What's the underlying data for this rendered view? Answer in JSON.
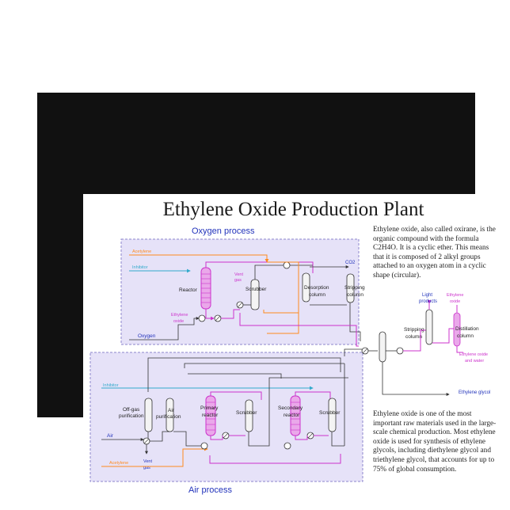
{
  "poster": {
    "title": "Ethylene Oxide Production Plant",
    "description_1": "Ethylene oxide, also called oxirane, is the organic compound with the formula C2H4O. It is a cyclic ether. This means that it is composed of 2 alkyl groups attached to an oxygen atom in a cyclic shape (circular).",
    "description_2": "Ethylene oxide is one of the most important raw materials used in the large-scale chemical production. Most ethylene oxide is used for synthesis of ethylene glycols, including diethylene glycol and triethylene glycol, that accounts for up to 75% of global consumption."
  },
  "oxygen_process": {
    "title": "Oxygen process",
    "labels": {
      "acetylene": "Acetylene",
      "inhibitor": "Inhibitor",
      "reactor": "Reactor",
      "ethylene_oxide_1": "Ethylene",
      "ethylene_oxide_2": "oxide",
      "vent_gas_1": "Vent",
      "vent_gas_2": "gas",
      "scrubber": "Scrubber",
      "desorption_1": "Desorption",
      "desorption_2": "column",
      "co2": "CO2",
      "stripping_1": "Stripping",
      "stripping_2": "column",
      "oxygen": "Oxygen"
    }
  },
  "product_section": {
    "light_products_1": "Light",
    "light_products_2": "products",
    "ethylene_oxide_1": "Ethylene",
    "ethylene_oxide_2": "oxide",
    "stripping_1": "Stripping",
    "stripping_2": "column",
    "distillation_1": "Distillation",
    "distillation_2": "column",
    "eo_water_1": "Ethylene oxide",
    "eo_water_2": "and water",
    "ethylene_glycol": "Ethylene glycol"
  },
  "air_process": {
    "title": "Air process",
    "labels": {
      "inhibitor": "Inhibitor",
      "offgas_1": "Off-gas",
      "offgas_2": "purification",
      "air_purification_1": "Air",
      "air_purification_2": "purification",
      "primary_1": "Primary",
      "primary_2": "reactor",
      "scrubber_1": "Scrubber",
      "secondary_1": "Secondary",
      "secondary_2": "reactor",
      "scrubber_2": "Scrubber",
      "air": "Air",
      "vent_gas_1": "Vent",
      "vent_gas_2": "gas",
      "acetylene": "Acetylene"
    }
  },
  "colors": {
    "panel_fill": "#e6e2f8",
    "panel_border": "#8c86cc",
    "frame": "#111111",
    "magenta": "#cc33cc",
    "orange": "#ff8a1e",
    "cyan": "#33aacc",
    "blue": "#2233bb",
    "line": "#333333"
  }
}
